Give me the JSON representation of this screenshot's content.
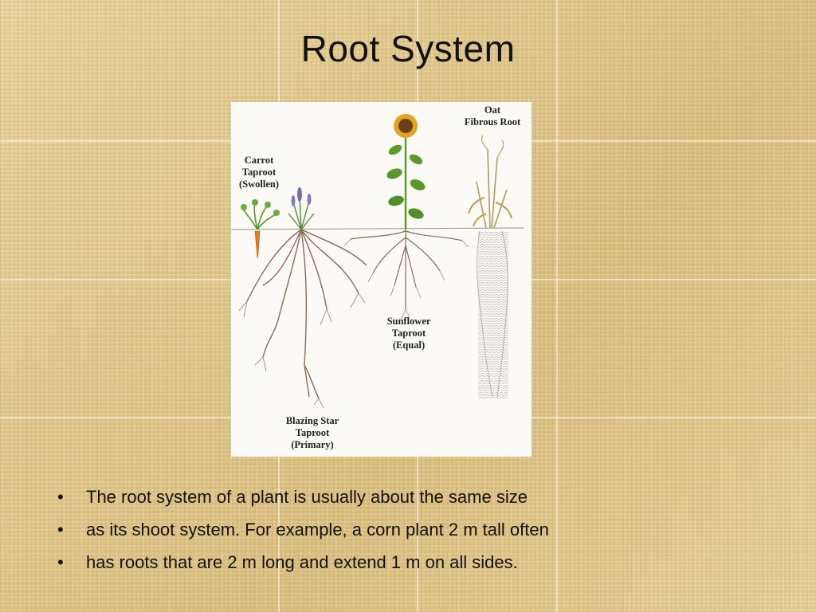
{
  "slide": {
    "title": "Root System"
  },
  "figure": {
    "labels": {
      "oat": "Oat\nFibrous Root",
      "carrot": "Carrot\nTaproot\n(Swollen)",
      "sunflower": "Sunflower\nTaproot\n(Equal)",
      "blazing_star": "Blazing Star\nTaproot\n(Primary)"
    }
  },
  "bullets": [
    "The root system of a plant is usually about the same size",
    "as its shoot system. For example, a corn plant 2 m tall often",
    "has roots that are 2 m long and extend 1 m on all sides."
  ],
  "colors": {
    "background": "#e6cf95",
    "root": "#8a6a55",
    "leaf": "#5a9a2a",
    "sunflower_petal": "#e0a51c",
    "carrot": "#e57a1f"
  }
}
